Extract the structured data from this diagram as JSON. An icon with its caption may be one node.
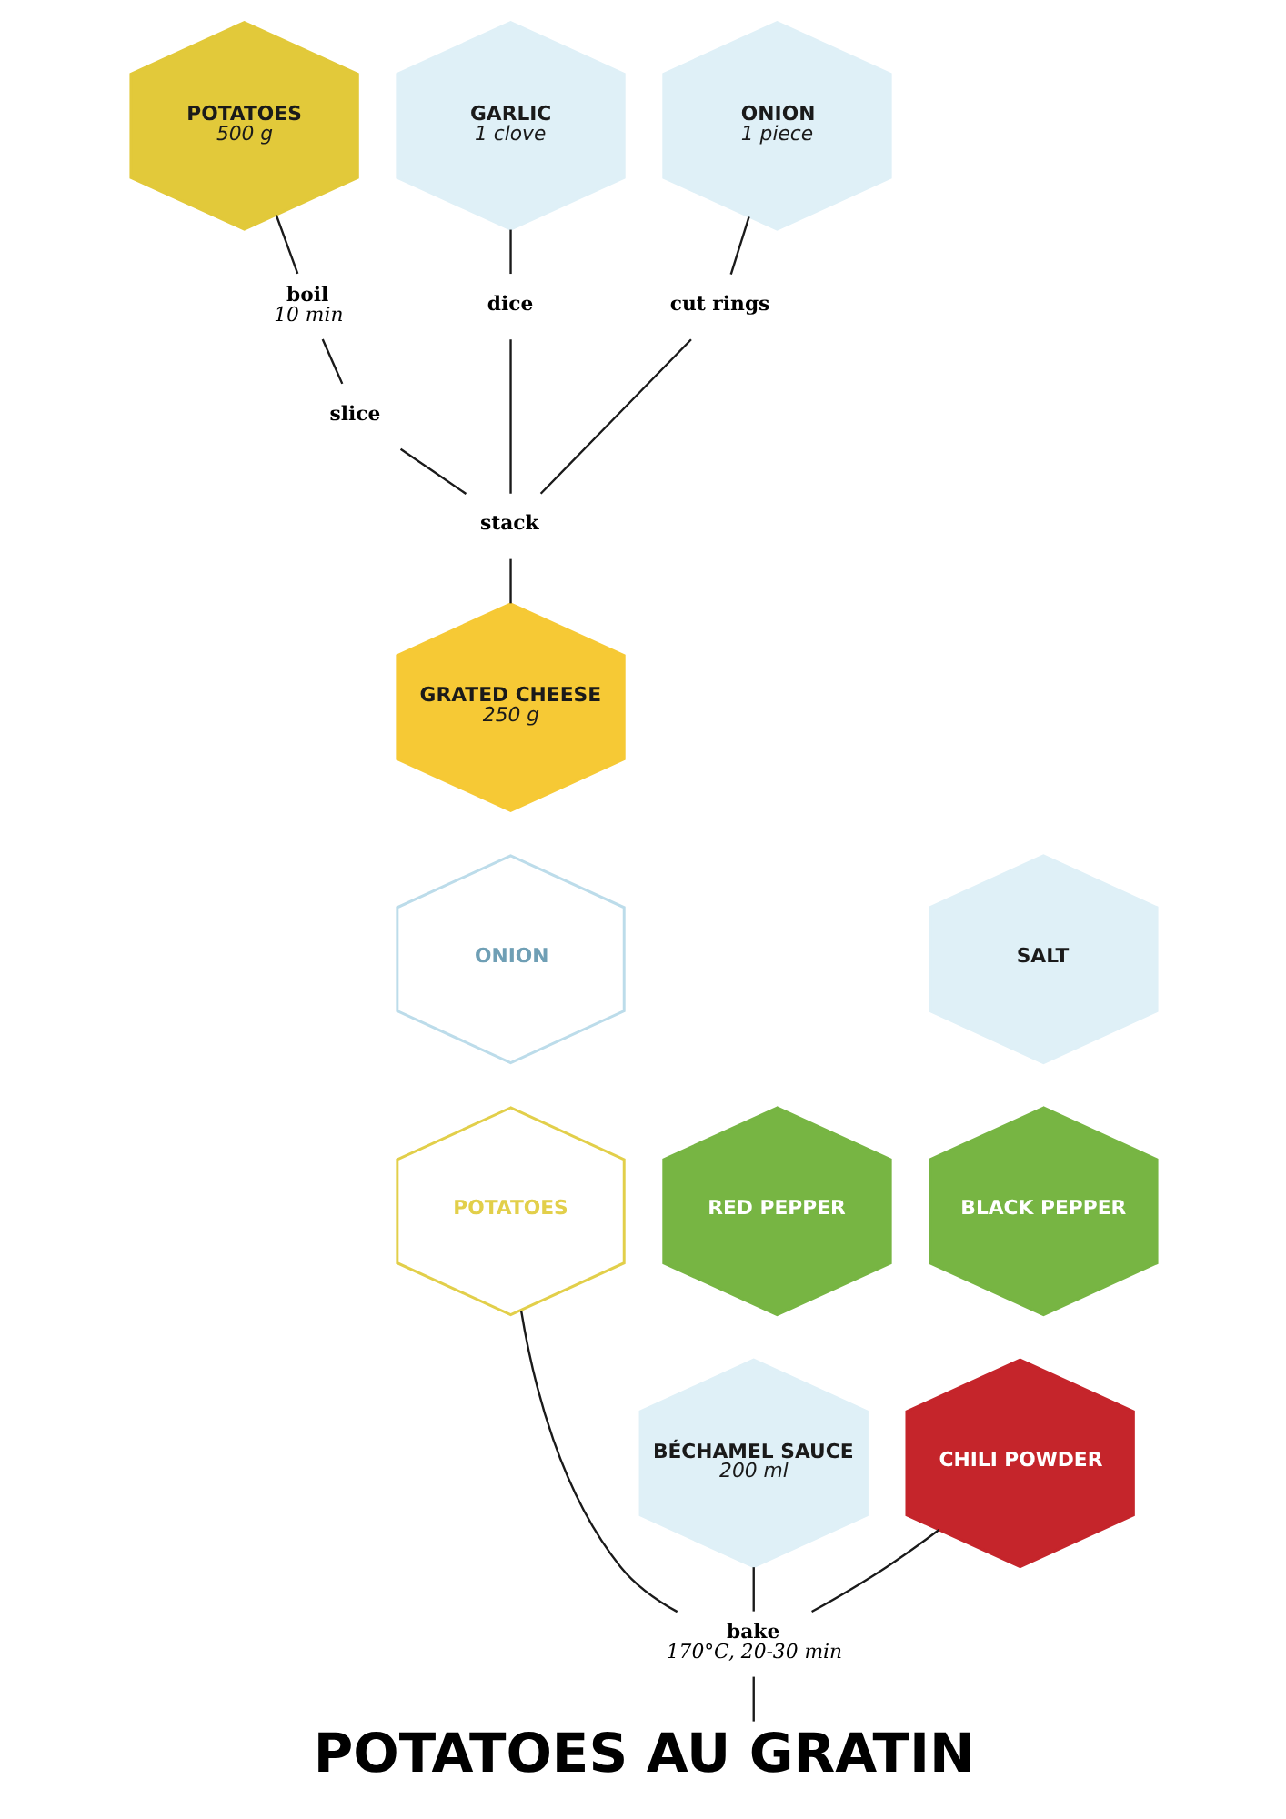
{
  "diagram": {
    "title": "POTATOES AU GRATIN",
    "nodes": [
      {
        "text": [
          "POTATOES",
          "500 g"
        ]
      },
      {
        "text": [
          "GARLIC",
          "1 clove"
        ]
      },
      {
        "text": [
          "ONION",
          "1 piece"
        ]
      },
      {
        "text": [
          "boil",
          "10 min"
        ]
      },
      {
        "text": [
          "slice"
        ]
      },
      {
        "text": [
          "dice"
        ]
      },
      {
        "text": [
          "cut rings"
        ]
      },
      {
        "text": [
          "stack"
        ]
      },
      {
        "text": [
          "GRATED CHEESE",
          "250 g"
        ]
      },
      {
        "text": [
          "SALT"
        ]
      },
      {
        "text": [
          "ONION"
        ]
      },
      {
        "text": [
          "BLACK PEPPER"
        ]
      },
      {
        "text": [
          "POTATOES"
        ]
      },
      {
        "text": [
          "RED PEPPER"
        ]
      },
      {
        "text": [
          "BÉCHAMEL SAUCE",
          "200 ml"
        ]
      },
      {
        "text": [
          "CHILI POWDER"
        ]
      },
      {
        "text": [
          "bake",
          "170°C, 20-30 min"
        ]
      }
    ],
    "edges": [
      {
        "from": 0,
        "to": 3,
        "arrow": "none"
      },
      {
        "from": 3,
        "to": 4,
        "arrow": "none"
      },
      {
        "from": 1,
        "to": 5,
        "arrow": "none"
      },
      {
        "from": 2,
        "to": 6,
        "arrow": "none"
      },
      {
        "from": 4,
        "to": 7,
        "arrow": "none"
      },
      {
        "from": 5,
        "to": 7,
        "arrow": "none"
      },
      {
        "from": 6,
        "to": 7,
        "arrow": "none"
      },
      {
        "from": 7,
        "to": 8,
        "arrow": "none"
      },
      {
        "from": 12,
        "to": 16,
        "arrow": "none"
      },
      {
        "from": 14,
        "to": 16,
        "arrow": "none"
      },
      {
        "from": 15,
        "to": 16,
        "arrow": "none"
      },
      {
        "from": 16,
        "to": null,
        "arrow": "none"
      }
    ]
  }
}
